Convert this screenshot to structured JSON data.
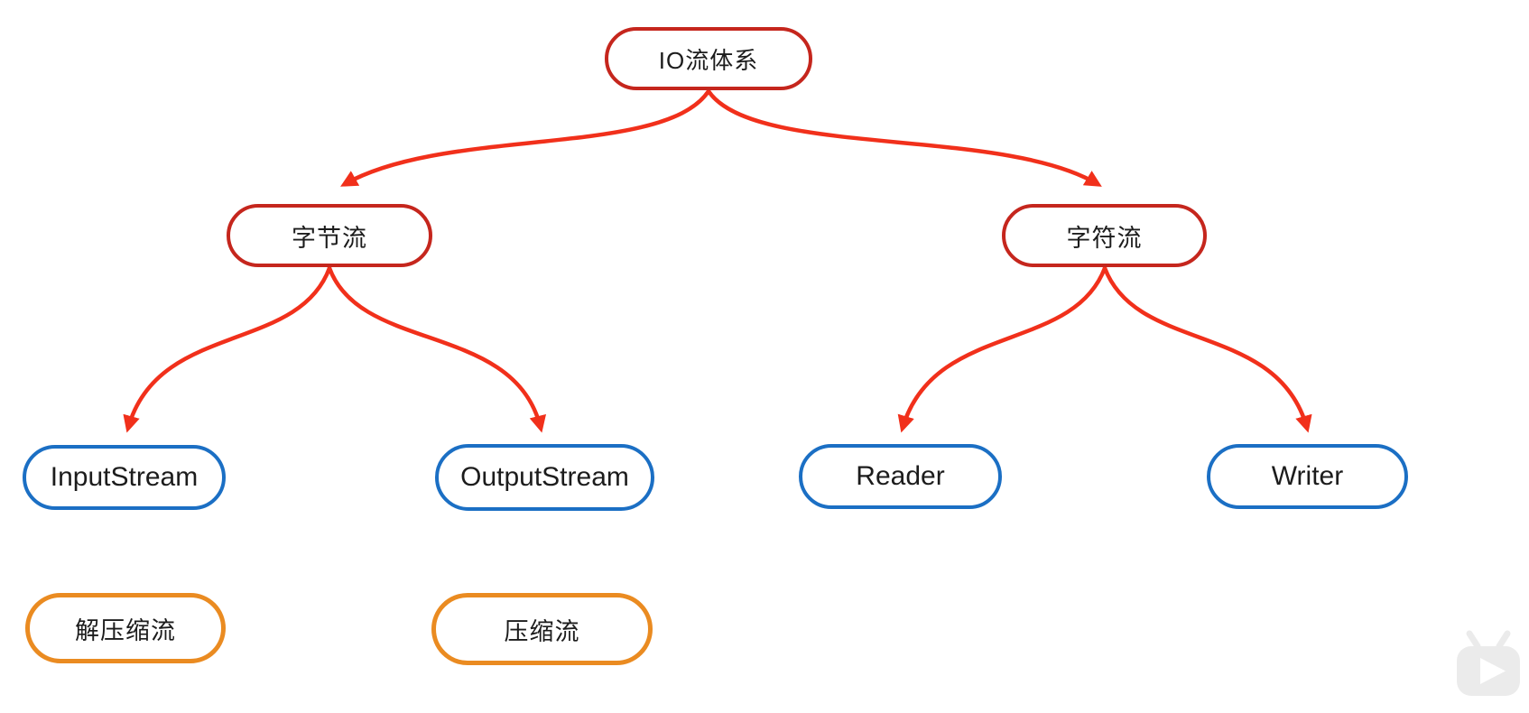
{
  "diagram": {
    "type": "mindmap-tree",
    "nodes": {
      "io": {
        "label": "IO流体系",
        "role": "root",
        "border_color": "#c5261d"
      },
      "byte": {
        "label": "字节流",
        "role": "branch",
        "border_color": "#c5261d"
      },
      "char": {
        "label": "字符流",
        "role": "branch",
        "border_color": "#c5261d"
      },
      "input": {
        "label": "InputStream",
        "role": "leaf",
        "border_color": "#1b6fc4"
      },
      "output": {
        "label": "OutputStream",
        "role": "leaf",
        "border_color": "#1b6fc4"
      },
      "reader": {
        "label": "Reader",
        "role": "leaf",
        "border_color": "#1b6fc4"
      },
      "writer": {
        "label": "Writer",
        "role": "leaf",
        "border_color": "#1b6fc4"
      },
      "decompress": {
        "label": "解压缩流",
        "role": "extra",
        "border_color": "#ea8b21"
      },
      "compress": {
        "label": "压缩流",
        "role": "extra",
        "border_color": "#ea8b21"
      }
    },
    "edges": [
      {
        "from": "IO流体系",
        "to": "字节流"
      },
      {
        "from": "IO流体系",
        "to": "字符流"
      },
      {
        "from": "字节流",
        "to": "InputStream"
      },
      {
        "from": "字节流",
        "to": "OutputStream"
      },
      {
        "from": "字符流",
        "to": "Reader"
      },
      {
        "from": "字符流",
        "to": "Writer"
      }
    ],
    "colors": {
      "arrow": "#f1301b",
      "red_border": "#c5261d",
      "blue_border": "#1b6fc4",
      "orange_border": "#ea8b21",
      "text": "#1c1c1c",
      "background": "#ffffff",
      "watermark_gray": "#ebebeb"
    }
  },
  "watermark": {
    "icon": "bilibili-tv-icon"
  }
}
